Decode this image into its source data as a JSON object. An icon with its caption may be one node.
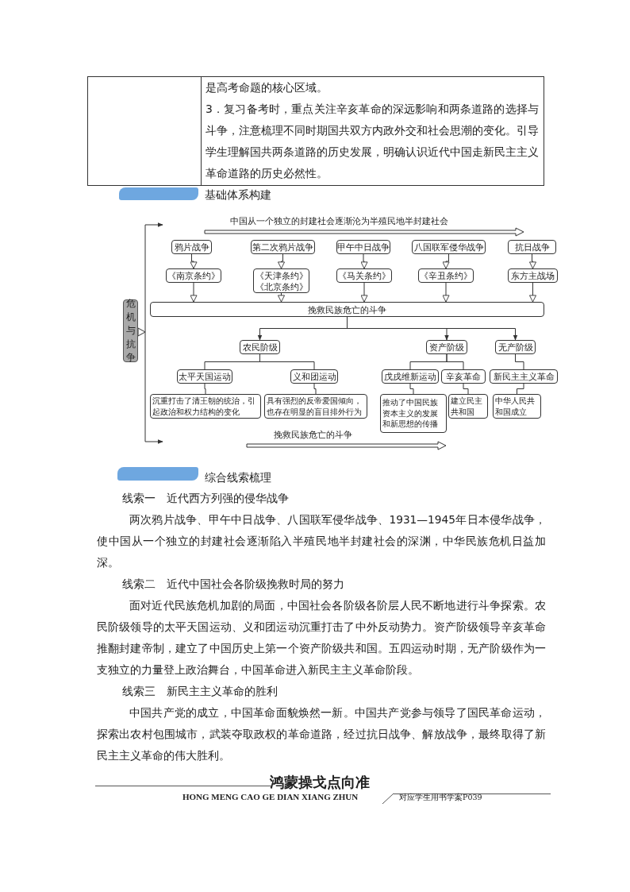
{
  "diagram": {
    "nodes": [
      {
        "text": [
          "鸦片战争"
        ]
      },
      {
        "text": [
          "第二次鸦片战争"
        ]
      },
      {
        "text": [
          "甲午中日战争"
        ]
      },
      {
        "text": [
          "八国联军侵华战争"
        ]
      },
      {
        "text": [
          "抗日战争"
        ]
      },
      {
        "text": [
          "《南京条约》"
        ]
      },
      {
        "text": [
          "《天津条约》",
          "《北京条约》"
        ]
      },
      {
        "text": [
          "《马关条约》"
        ]
      },
      {
        "text": [
          "《辛丑条约》"
        ]
      },
      {
        "text": [
          "东方主战场"
        ]
      },
      {
        "text": [
          "挽救民族危亡的斗争"
        ]
      },
      {
        "text": [
          "农民阶级"
        ]
      },
      {
        "text": [
          "资产阶级"
        ]
      },
      {
        "text": [
          "无产阶级"
        ]
      },
      {
        "text": [
          "太平天国运动"
        ]
      },
      {
        "text": [
          "义和团运动"
        ]
      },
      {
        "text": [
          "戊戌维新运动"
        ]
      },
      {
        "text": [
          "辛亥革命"
        ]
      },
      {
        "text": [
          "新民主主义革命"
        ]
      },
      {
        "text": [
          "沉重打击了清王朝的统治，引起政治和权力结构的变化"
        ]
      },
      {
        "text": [
          "具有强烈的反帝爱国倾向，也存在明显的盲目排外行为"
        ]
      },
      {
        "text": [
          "推动了中国民族资本主义的发展和新思想的传播"
        ]
      },
      {
        "text": [
          "建立民主共和国"
        ]
      },
      {
        "text": [
          "中华人民共和国成立"
        ]
      },
      {
        "text": [
          "危机与抗争"
        ]
      },
      {
        "text": [],
        "shape": "bar"
      },
      {
        "text": [],
        "shape": "bar"
      }
    ],
    "edges": [
      {
        "from": 0,
        "to": 5,
        "arrow": "to"
      },
      {
        "from": 1,
        "to": 6,
        "arrow": "to"
      },
      {
        "from": 2,
        "to": 7,
        "arrow": "to"
      },
      {
        "from": 3,
        "to": 8,
        "arrow": "to"
      },
      {
        "from": 4,
        "to": 9,
        "arrow": "to"
      },
      {
        "from": 5,
        "to": 10,
        "arrow": "to"
      },
      {
        "from": 6,
        "to": 10,
        "arrow": "to"
      },
      {
        "from": 7,
        "to": 10,
        "arrow": "to"
      },
      {
        "from": 8,
        "to": 10,
        "arrow": "to"
      },
      {
        "from": 9,
        "to": 10,
        "arrow": "to"
      },
      {
        "from": 10,
        "to": 11,
        "arrow": "to"
      },
      {
        "from": 10,
        "to": 12,
        "arrow": "to"
      },
      {
        "from": 10,
        "to": 13,
        "arrow": "to"
      },
      {
        "from": 11,
        "to": 14,
        "arrow": "none"
      },
      {
        "from": 11,
        "to": 15,
        "arrow": "none"
      },
      {
        "from": 12,
        "to": 16,
        "arrow": "none"
      },
      {
        "from": 12,
        "to": 17,
        "arrow": "none"
      },
      {
        "from": 13,
        "to": 18,
        "arrow": "none"
      },
      {
        "from": 14,
        "to": 19,
        "arrow": "none"
      },
      {
        "from": 15,
        "to": 20,
        "arrow": "none"
      },
      {
        "from": 16,
        "to": 21,
        "arrow": "none"
      },
      {
        "from": 17,
        "to": 22,
        "arrow": "none"
      },
      {
        "from": 18,
        "to": 23,
        "arrow": "none"
      }
    ],
    "labels": [
      "是高考命题的核心区域。",
      "3．复习备考时，重点关注辛亥革命的深远影响和两条道路的选择与斗争，注意梳理不同时期国共双方内政外交和社会思潮的变化。引导学生理解国共两条道路的历史发展，明确认识近代中国走新民主主义革命道路的历史必然性。",
      "基础体系构建",
      "中国从一个独立的封建社会逐渐沦为半殖民地半封建社会",
      "挽救民族危亡的斗争",
      "综合线索梳理",
      "线索一　近代西方列强的侵华战争",
      "两次鸦片战争、甲午中日战争、八国联军侵华战争、1931—1945年日本侵华战争，使中国从一个独立的封建社会逐渐陷入半殖民地半封建社会的深渊，中华民族危机日益加深。",
      "线索二　近代中国社会各阶级挽救时局的努力",
      "面对近代民族危机加剧的局面，中国社会各阶级各阶层人民不断地进行斗争探索。农民阶级领导的太平天国运动、义和团运动沉重打击了中外反动势力。资产阶级领导辛亥革命推翻封建帝制，建立了中国历史上第一个资产阶级共和国。五四运动时期，无产阶级作为一支独立的力量登上政治舞台，中国革命进入新民主主义革命阶段。",
      "线索三　新民主主义革命的胜利",
      "中国共产党的成立，中国革命面貌焕然一新。中国共产党参与领导了国民革命运动，探索出农村包围城市，武装夺取政权的革命道路，经过抗日战争、解放战争，最终取得了新民主主义革命的伟大胜利。",
      "鸿蒙操戈点向准",
      "HONG MENG CAO GE DIAN XIANG ZHUN",
      "对应学生用书学案P039"
    ]
  }
}
